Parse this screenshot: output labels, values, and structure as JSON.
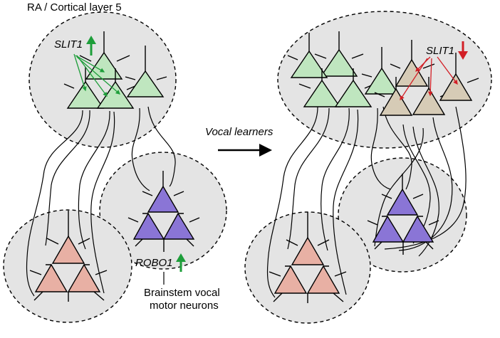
{
  "labels": {
    "ra_title": "RA / Cortical layer 5",
    "slit1_left": "SLIT1",
    "slit1_right": "SLIT1",
    "vocal_learners": "Vocal learners",
    "robo1": "ROBO1",
    "brainstem_line1": "Brainstem vocal",
    "brainstem_line2": "motor neurons"
  },
  "colors": {
    "region_fill": "#e4e4e4",
    "cortical_neuron": "#bfe6bf",
    "cortical_neuron_reduced": "#d6cbb6",
    "brainstem_neuron": "#8a75d6",
    "spinal_neuron": "#e8b0a4",
    "increase_arrow": "#1e9e3a",
    "decrease_arrow": "#d21f26"
  },
  "icons": {
    "slit1_left_arrow": "up-arrow-icon",
    "slit1_right_arrow": "down-arrow-icon",
    "robo1_arrow": "up-arrow-icon",
    "transition": "right-arrow-icon"
  }
}
